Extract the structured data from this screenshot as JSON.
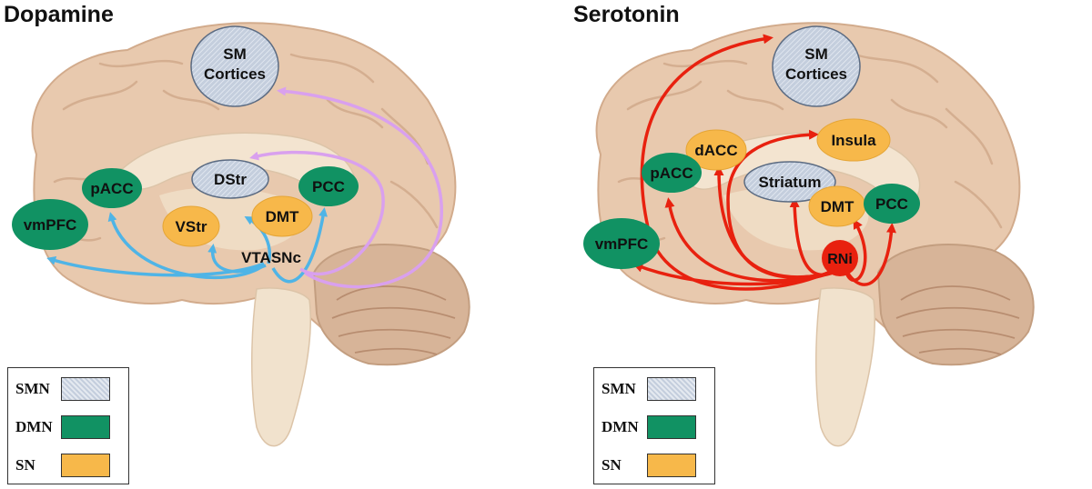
{
  "panels": {
    "left": {
      "title": "Dopamine",
      "nodes": [
        {
          "id": "sm",
          "label": "SM\nCortices",
          "type": "SMN"
        },
        {
          "id": "dstr",
          "label": "DStr",
          "type": "SMN"
        },
        {
          "id": "pacc",
          "label": "pACC",
          "type": "DMN"
        },
        {
          "id": "pcc",
          "label": "PCC",
          "type": "DMN"
        },
        {
          "id": "vmpfc",
          "label": "vmPFC",
          "type": "DMN"
        },
        {
          "id": "vstr",
          "label": "VStr",
          "type": "SN"
        },
        {
          "id": "dmt",
          "label": "DMT",
          "type": "SN"
        },
        {
          "id": "vtasnc",
          "label": "VTASNc",
          "type": "text"
        }
      ]
    },
    "right": {
      "title": "Serotonin",
      "nodes": [
        {
          "id": "sm",
          "label": "SM\nCortices",
          "type": "SMN"
        },
        {
          "id": "dacc",
          "label": "dACC",
          "type": "SN"
        },
        {
          "id": "insula",
          "label": "Insula",
          "type": "SN"
        },
        {
          "id": "pacc",
          "label": "pACC",
          "type": "DMN"
        },
        {
          "id": "striatum",
          "label": "Striatum",
          "type": "SMN"
        },
        {
          "id": "dmt",
          "label": "DMT",
          "type": "SN"
        },
        {
          "id": "pcc",
          "label": "PCC",
          "type": "DMN"
        },
        {
          "id": "vmpfc",
          "label": "vmPFC",
          "type": "DMN"
        },
        {
          "id": "rni",
          "label": "RNi",
          "type": "source"
        }
      ]
    }
  },
  "legend": [
    {
      "label": "SMN",
      "type": "SMN"
    },
    {
      "label": "DMN",
      "type": "DMN"
    },
    {
      "label": "SN",
      "type": "SN"
    }
  ],
  "colors": {
    "SMN": "#c4cedd",
    "DMN": "#119263",
    "SN": "#f7b84a",
    "source": "#e8210f",
    "dopamine_vta_arrow": "#4fb4e6",
    "dopamine_snc_arrow": "#d9a0ee",
    "serotonin_arrow": "#e8210f"
  }
}
